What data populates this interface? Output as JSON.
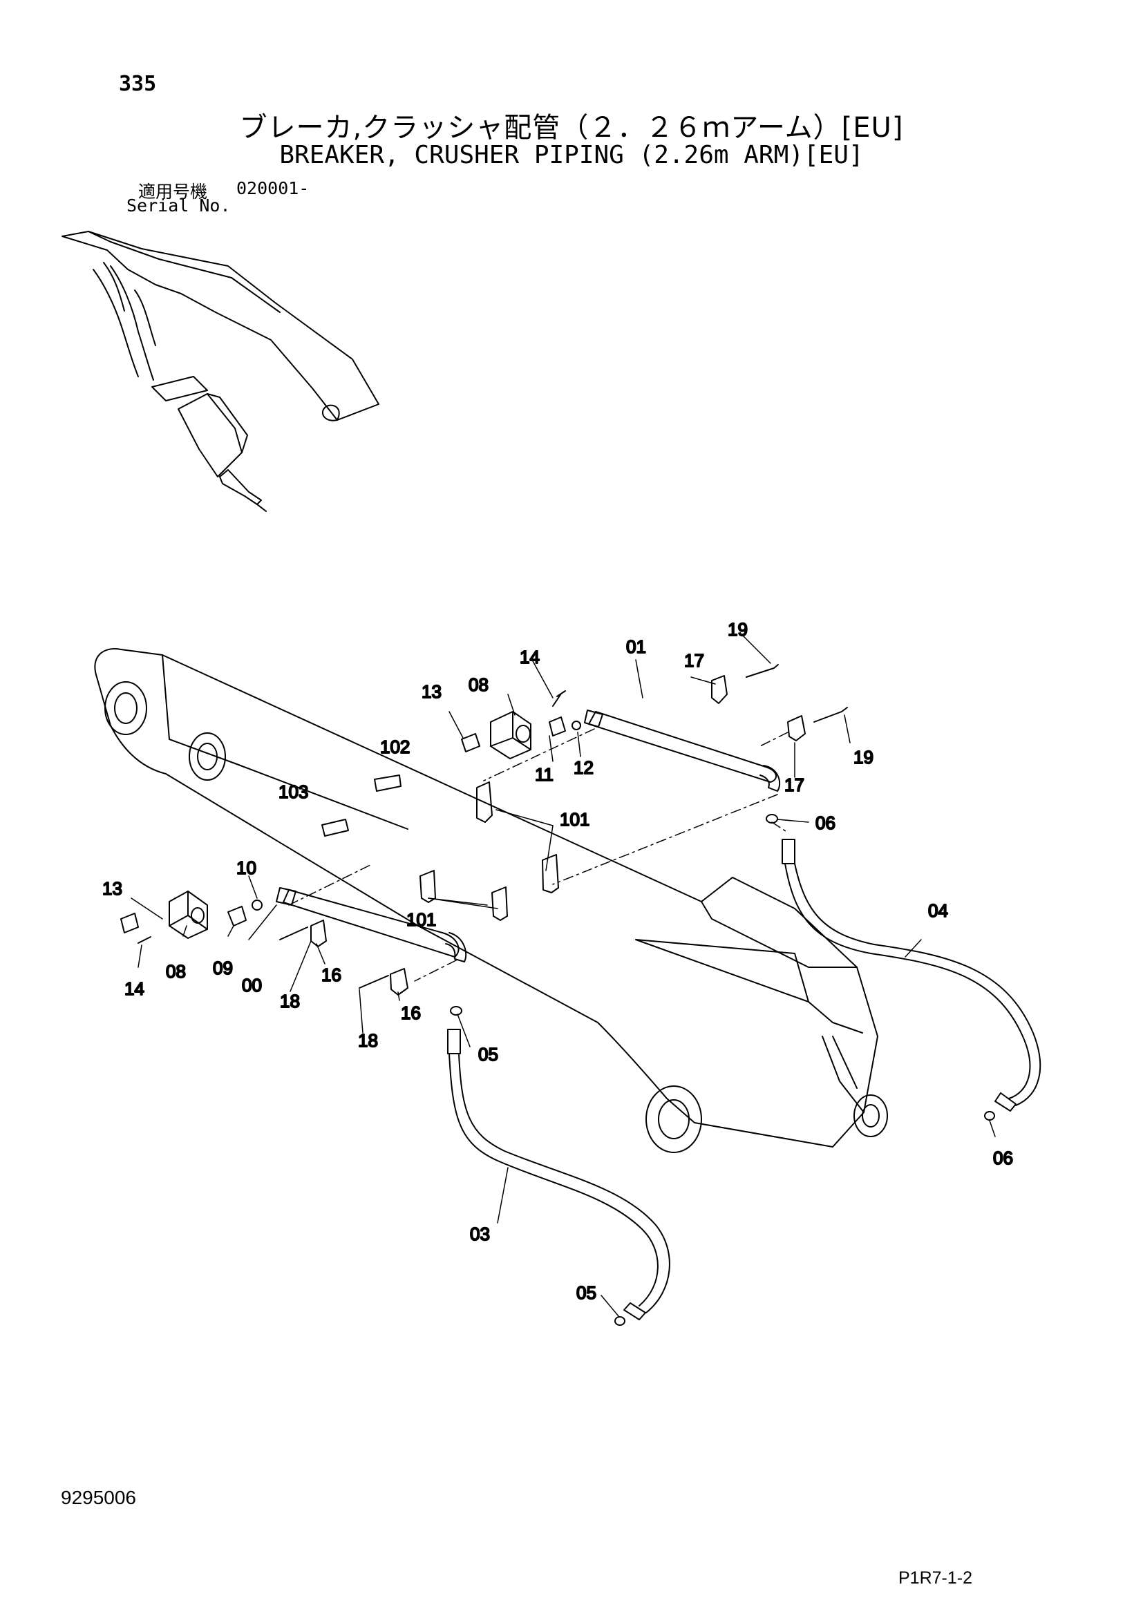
{
  "header": {
    "page_number": "335",
    "title_ja": "ブレーカ,クラッシャ配管（２．２６ｍアーム）[EU]",
    "title_en": "BREAKER, CRUSHER PIPING (2.26m ARM)[EU]",
    "serial_label_ja": "適用号機",
    "serial_value": "020001-",
    "serial_label_en": "Serial No."
  },
  "footer": {
    "doc_id": "9295006",
    "page_code": "P1R7-1-2"
  },
  "part_labels": {
    "p00": "00",
    "p01": "01",
    "p03": "03",
    "p04": "04",
    "p05_a": "05",
    "p05_b": "05",
    "p06_a": "06",
    "p06_b": "06",
    "p08_a": "08",
    "p08_b": "08",
    "p09": "09",
    "p10": "10",
    "p11": "11",
    "p12": "12",
    "p13_a": "13",
    "p13_b": "13",
    "p14_a": "14",
    "p14_b": "14",
    "p16_a": "16",
    "p16_b": "16",
    "p17_a": "17",
    "p17_b": "17",
    "p18_a": "18",
    "p18_b": "18",
    "p19_a": "19",
    "p19_b": "19",
    "p101_a": "101",
    "p101_b": "101",
    "p102": "102",
    "p103": "103"
  }
}
